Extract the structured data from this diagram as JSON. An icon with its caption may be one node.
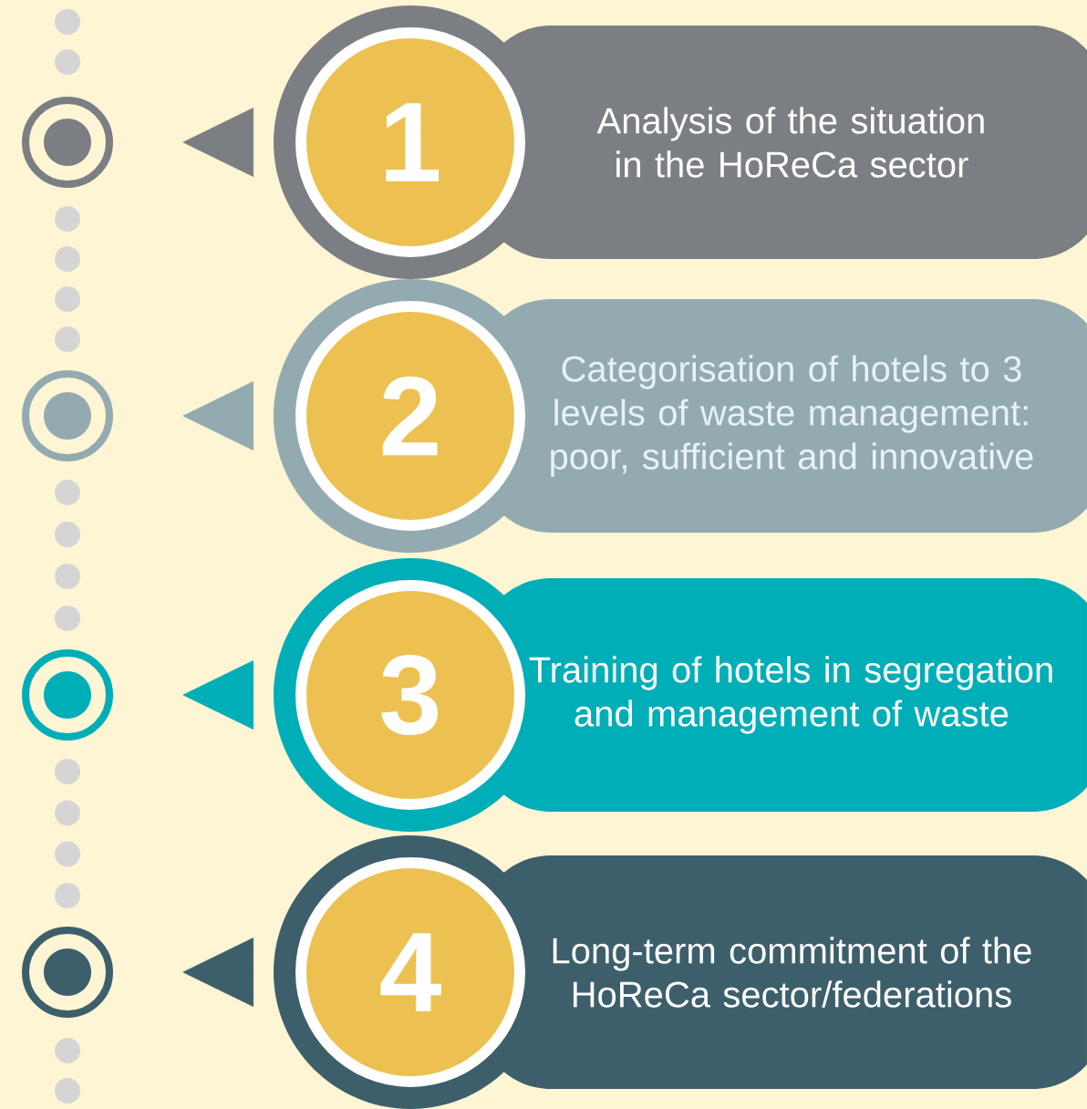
{
  "diagram": {
    "nodes": [
      {
        "text": [],
        "shape": "circle"
      },
      {
        "text": [
          "1"
        ]
      },
      {
        "text": [
          "Analysis of the situation in the HoReCa sector"
        ]
      },
      {
        "text": [],
        "shape": "circle"
      },
      {
        "text": [
          "2"
        ]
      },
      {
        "text": [
          "Categorisation of hotels to 3 levels of waste management: poor, sufficient and innovative"
        ]
      },
      {
        "text": [],
        "shape": "circle"
      },
      {
        "text": [
          "3"
        ]
      },
      {
        "text": [
          "Training of hotels in segregation and management of waste"
        ]
      },
      {
        "text": [],
        "shape": "circle"
      },
      {
        "text": [
          "4"
        ]
      },
      {
        "text": [
          "Long-term commitment of the HoReCa sector/federations"
        ]
      }
    ],
    "edges": [
      {
        "from": 1,
        "to": 0,
        "arrow": "to",
        "color": "#7b7f83"
      },
      {
        "from": 4,
        "to": 3,
        "arrow": "to",
        "color": "#93aab0"
      },
      {
        "from": 7,
        "to": 6,
        "arrow": "to",
        "color": "#00aeb8"
      },
      {
        "from": 10,
        "to": 9,
        "arrow": "to",
        "color": "#3d5f6b"
      }
    ]
  }
}
